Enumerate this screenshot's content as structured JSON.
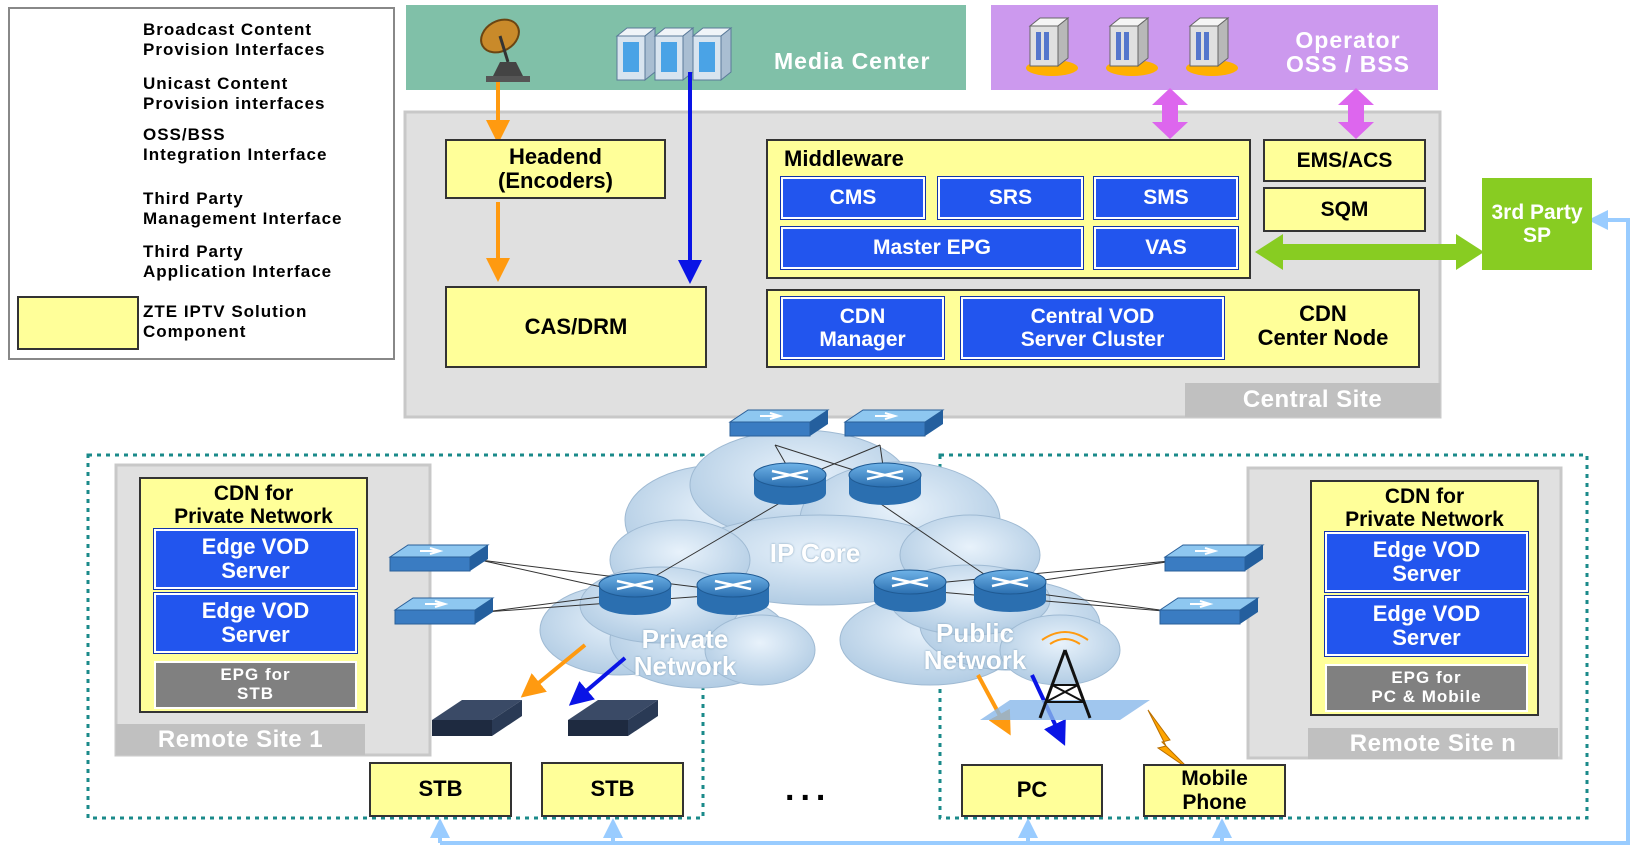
{
  "legend": {
    "items": [
      {
        "label": "Broadcast Content\nProvision Interfaces",
        "color": "#ff9a10"
      },
      {
        "label": "Unicast Content\nProvision interfaces",
        "color": "#0a14e6"
      },
      {
        "label": "OSS/BSS\nIntegration Interface",
        "color": "#dd66ee"
      },
      {
        "label": "Third Party\nManagement Interface",
        "color": "#88cc22"
      },
      {
        "label": "Third Party\nApplication Interface",
        "color": "#99ccff"
      },
      {
        "label": "ZTE IPTV Solution\nComponent",
        "color": "#ffff99"
      }
    ]
  },
  "media_center": {
    "label": "Media Center"
  },
  "operator": {
    "label": "Operator\nOSS / BSS"
  },
  "central": {
    "site_label": "Central Site",
    "headend": "Headend\n(Encoders)",
    "cas_drm": "CAS/DRM",
    "middleware": {
      "title": "Middleware",
      "cms": "CMS",
      "srs": "SRS",
      "sms": "SMS",
      "master_epg": "Master EPG",
      "vas": "VAS"
    },
    "ems_acs": "EMS/ACS",
    "sqm": "SQM",
    "cdn": {
      "manager": "CDN\nManager",
      "central_vod": "Central VOD\nServer Cluster",
      "center_node": "CDN\nCenter Node"
    }
  },
  "third_party": {
    "label": "3rd Party\nSP"
  },
  "network": {
    "ip_core": "IP Core",
    "private": "Private\nNetwork",
    "public": "Public\nNetwork"
  },
  "remote1": {
    "label": "Remote Site 1",
    "cdn_title": "CDN for\nPrivate Network",
    "edge1": "Edge VOD\nServer",
    "edge2": "Edge VOD\nServer",
    "epg": "EPG for\nSTB"
  },
  "remoten": {
    "label": "Remote Site n",
    "cdn_title": "CDN for\nPrivate Network",
    "edge1": "Edge VOD\nServer",
    "edge2": "Edge VOD\nServer",
    "epg": "EPG for\nPC & Mobile"
  },
  "terminals": {
    "stb1": "STB",
    "stb2": "STB",
    "ellipsis": "...",
    "pc": "PC",
    "mobile": "Mobile\nPhone"
  }
}
